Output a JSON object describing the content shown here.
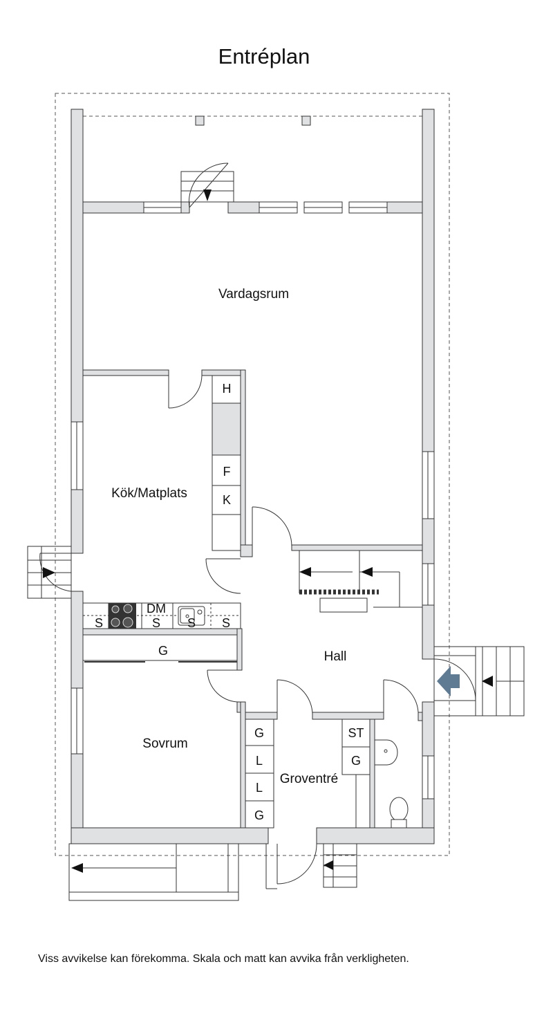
{
  "title": "Entréplan",
  "disclaimer": "Viss avvikelse kan förekomma. Skala och matt kan avvika från verkligheten.",
  "rooms": {
    "vardagsrum": "Vardagsrum",
    "kok": "Kök/Matplats",
    "hall": "Hall",
    "sovrum": "Sovrum",
    "groventre": "Groventré"
  },
  "fixtures": {
    "h": "H",
    "f": "F",
    "k": "K",
    "dm": "DM",
    "s1": "S",
    "s2": "S",
    "s3": "S",
    "s4": "S",
    "g_bedroom": "G",
    "g1": "G",
    "l1": "L",
    "l2": "L",
    "g2": "G",
    "st": "ST",
    "g3": "G"
  },
  "colors": {
    "wall": "#dfe1e3",
    "outline": "#333333",
    "entry_arrow": "#5f7b93"
  }
}
